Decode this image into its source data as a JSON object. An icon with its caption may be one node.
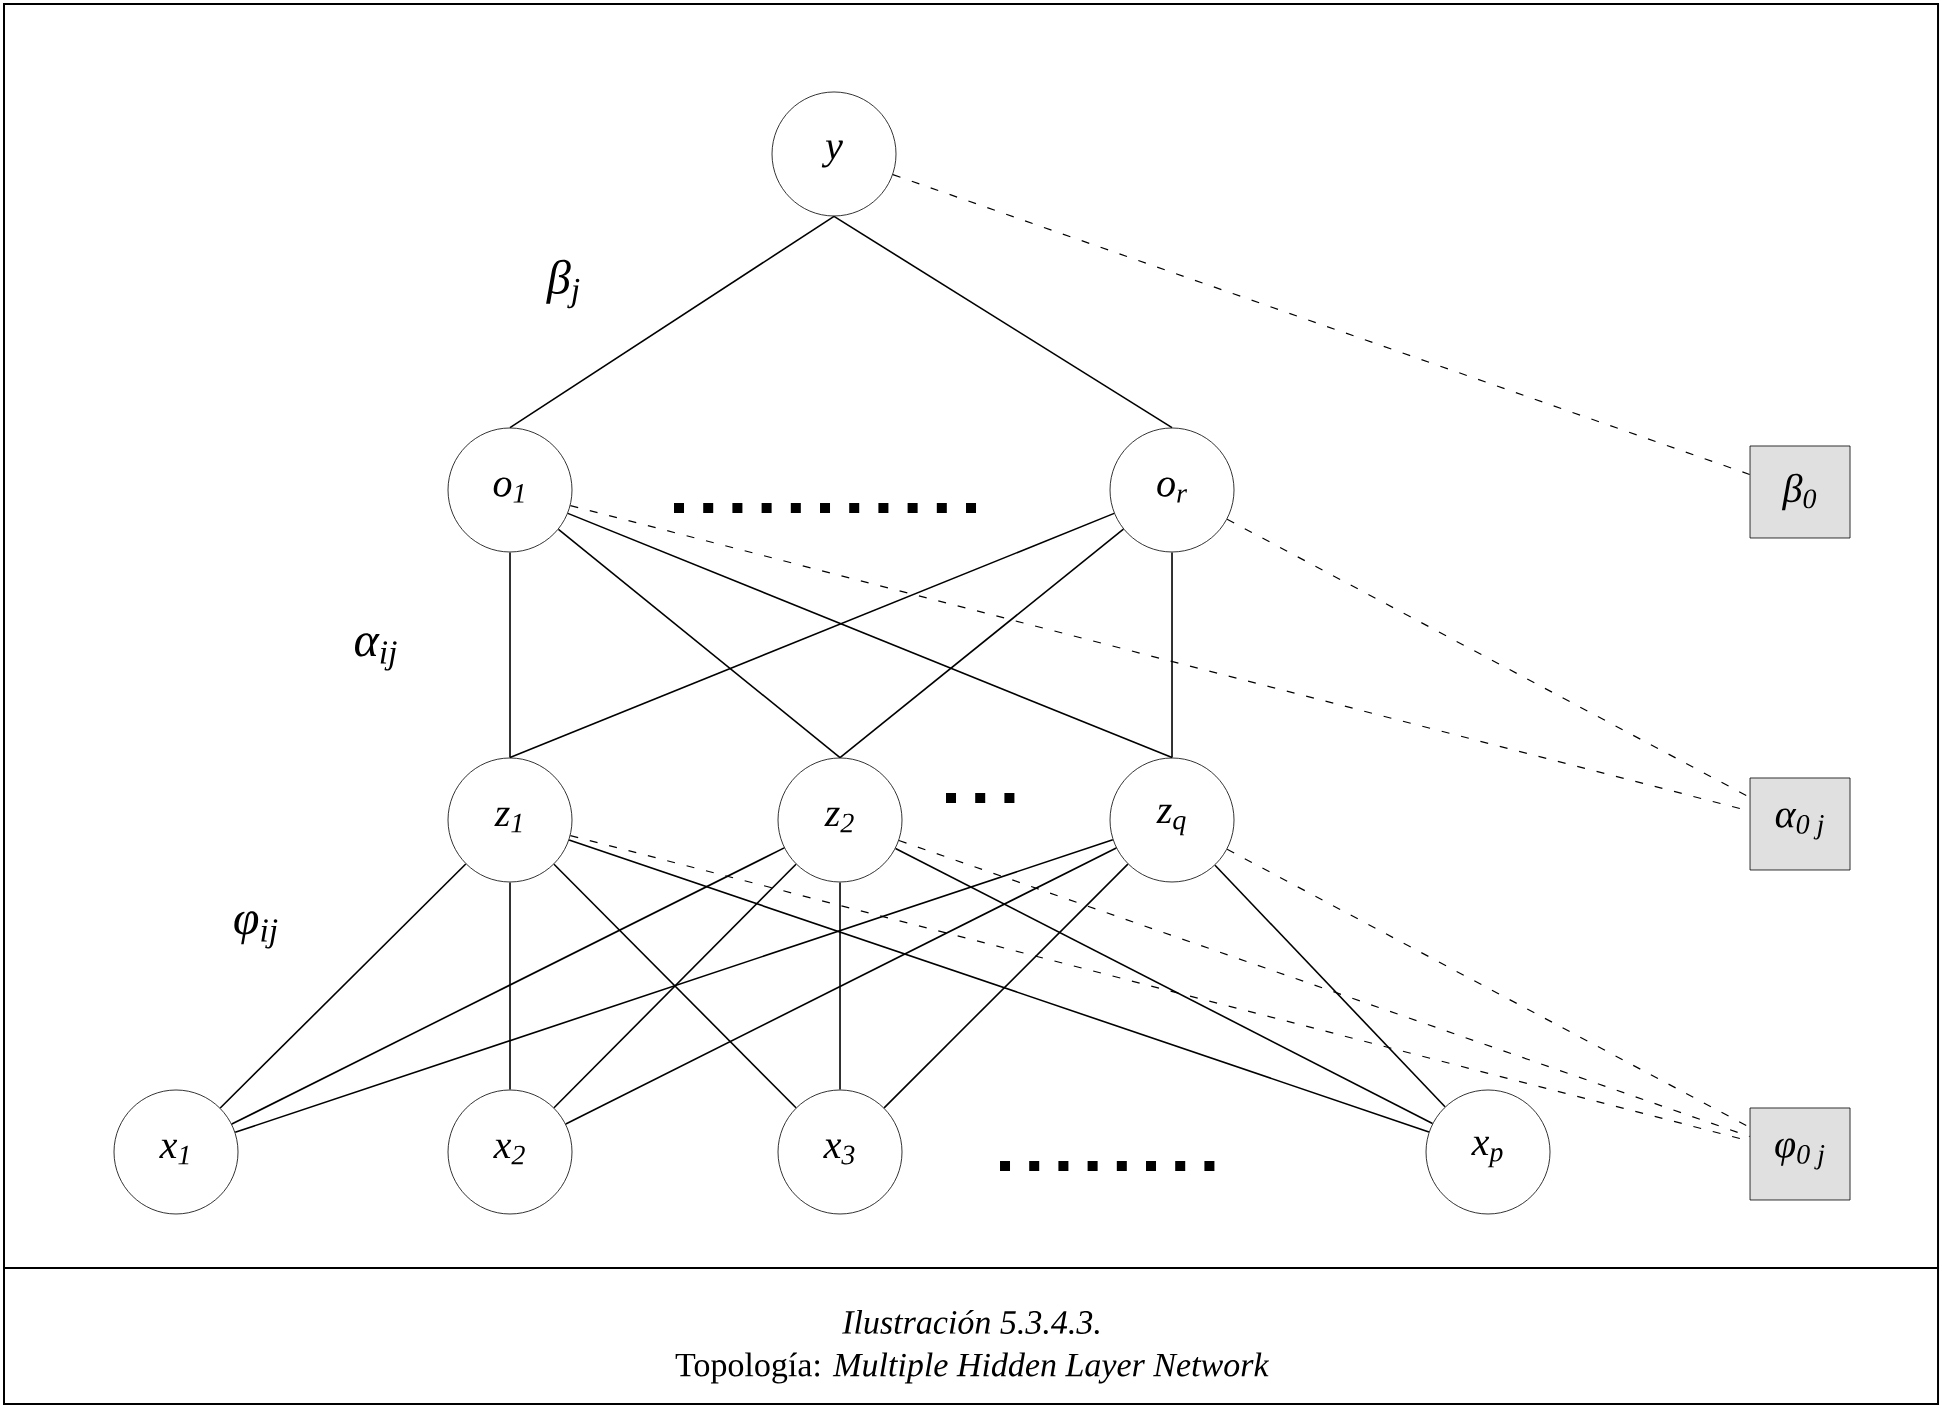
{
  "diagram": {
    "caption": "Ilustración 5.3.4.3.",
    "nodes": [
      {
        "text": [
          "y"
        ]
      },
      {
        "text": [
          "o$_{1}$"
        ]
      },
      {
        "text": [
          "o$_{r}$"
        ]
      },
      {
        "text": [
          "z$_{1}$"
        ]
      },
      {
        "text": [
          "z$_{2}$"
        ]
      },
      {
        "text": [
          "z$_{q}$"
        ]
      },
      {
        "text": [
          "x$_{1}$"
        ]
      },
      {
        "text": [
          "x$_{2}$"
        ]
      },
      {
        "text": [
          "x$_{3}$"
        ]
      },
      {
        "text": [
          "x$_{p}$"
        ]
      },
      {
        "text": [
          "β$_{0}$"
        ]
      },
      {
        "text": [
          "α$_{0 j}$"
        ]
      },
      {
        "text": [
          "φ$_{0 j}$"
        ]
      }
    ],
    "edges": [
      {
        "from": 0,
        "to": 1,
        "arrow": "none"
      },
      {
        "from": 0,
        "to": 2,
        "arrow": "none"
      },
      {
        "from": 1,
        "to": 3,
        "arrow": "none"
      },
      {
        "from": 1,
        "to": 4,
        "arrow": "none"
      },
      {
        "from": 1,
        "to": 5,
        "arrow": "none"
      },
      {
        "from": 2,
        "to": 3,
        "arrow": "none"
      },
      {
        "from": 2,
        "to": 4,
        "arrow": "none"
      },
      {
        "from": 2,
        "to": 5,
        "arrow": "none"
      },
      {
        "from": 3,
        "to": 6,
        "arrow": "none"
      },
      {
        "from": 3,
        "to": 7,
        "arrow": "none"
      },
      {
        "from": 3,
        "to": 8,
        "arrow": "none"
      },
      {
        "from": 3,
        "to": 9,
        "arrow": "none"
      },
      {
        "from": 4,
        "to": 6,
        "arrow": "none"
      },
      {
        "from": 4,
        "to": 7,
        "arrow": "none"
      },
      {
        "from": 4,
        "to": 8,
        "arrow": "none"
      },
      {
        "from": 4,
        "to": 9,
        "arrow": "none"
      },
      {
        "from": 5,
        "to": 6,
        "arrow": "none"
      },
      {
        "from": 5,
        "to": 7,
        "arrow": "none"
      },
      {
        "from": 5,
        "to": 8,
        "arrow": "none"
      },
      {
        "from": 5,
        "to": 9,
        "arrow": "none"
      },
      {
        "from": 0,
        "to": 10,
        "arrow": "none",
        "style": "dashed"
      },
      {
        "from": 1,
        "to": 11,
        "arrow": "none",
        "style": "dashed"
      },
      {
        "from": 2,
        "to": 11,
        "arrow": "none",
        "style": "dashed"
      },
      {
        "from": 3,
        "to": 12,
        "arrow": "none",
        "style": "dashed"
      },
      {
        "from": 4,
        "to": 12,
        "arrow": "none",
        "style": "dashed"
      },
      {
        "from": 5,
        "to": 12,
        "arrow": "none",
        "style": "dashed"
      }
    ],
    "labels": [
      "β$_{j}$",
      "α$_{ij}$",
      "φ$_{ij}$",
      "Topología: *Multiple Hidden Layer Network*"
    ]
  }
}
